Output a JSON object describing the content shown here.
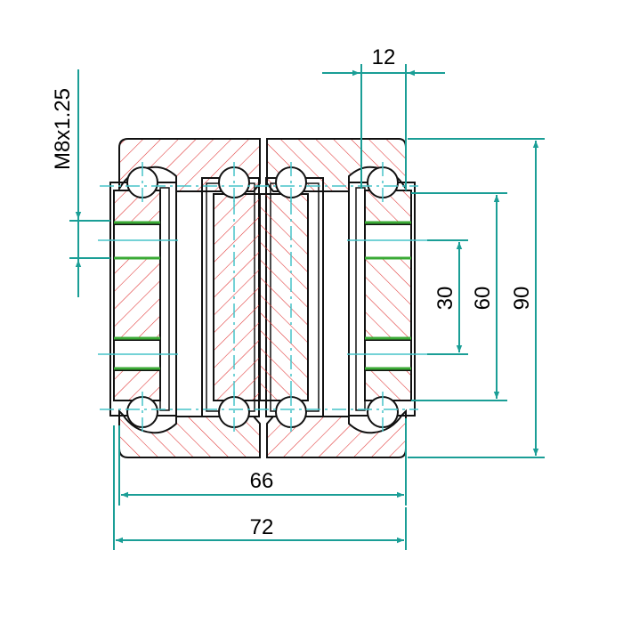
{
  "colors": {
    "dimension": "#1a9e96",
    "centerline": "#46c3c8",
    "hatch": "#e03030",
    "outline": "#111111",
    "seal": "#3aaa35",
    "background": "#ffffff"
  },
  "dimensions": {
    "width_outer": "72",
    "width_inner": "66",
    "height_overall": "90",
    "height_mid": "60",
    "height_inner": "30",
    "hole_offset": "12",
    "thread": "M8x1.25"
  }
}
